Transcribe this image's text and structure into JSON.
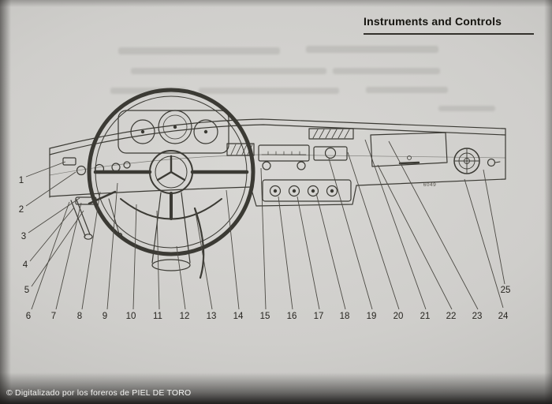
{
  "page": {
    "header": {
      "title": "Instruments and Controls"
    },
    "figure": {
      "code": "6049",
      "callouts": [
        "1",
        "2",
        "3",
        "4",
        "5",
        "6",
        "7",
        "8",
        "9",
        "10",
        "11",
        "12",
        "13",
        "14",
        "15",
        "16",
        "17",
        "18",
        "19",
        "20",
        "21",
        "22",
        "23",
        "24",
        "25"
      ]
    },
    "footer": {
      "credit": "© Digitalizado por los foreros de PIEL DE TORO"
    }
  }
}
